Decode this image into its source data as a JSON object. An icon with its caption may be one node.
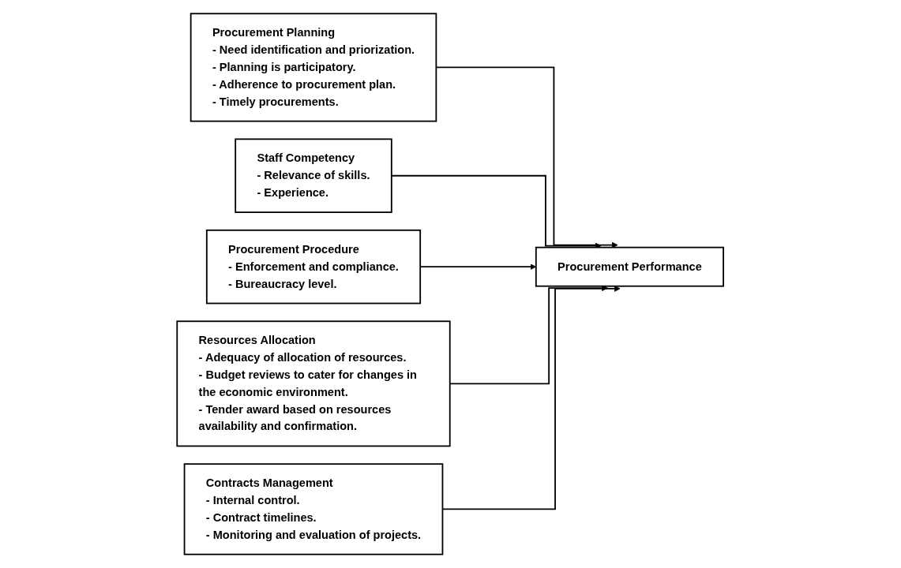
{
  "diagram": {
    "nodes": [
      {
        "text": [
          "Procurement Planning",
          "- Need identification and priorization.",
          "- Planning is participatory.",
          "- Adherence to procurement plan.",
          "- Timely procurements."
        ]
      },
      {
        "text": [
          "Staff Competency",
          "- Relevance of skills.",
          "- Experience."
        ]
      },
      {
        "text": [
          "Procurement Procedure",
          "- Enforcement and compliance.",
          "- Bureaucracy level."
        ]
      },
      {
        "text": [
          "Resources Allocation",
          "- Adequacy of allocation of resources.",
          "- Budget reviews to cater for changes in the economic environment.",
          "- Tender award based on resources availability and confirmation."
        ]
      },
      {
        "text": [
          "Contracts Management",
          "- Internal control.",
          "- Contract timelines.",
          "- Monitoring and evaluation of projects."
        ]
      },
      {
        "text": [
          "Procurement Performance"
        ]
      }
    ],
    "edges": [
      {
        "from": 0,
        "to": 5,
        "arrow": "to"
      },
      {
        "from": 1,
        "to": 5,
        "arrow": "to"
      },
      {
        "from": 2,
        "to": 5,
        "arrow": "to"
      },
      {
        "from": 3,
        "to": 5,
        "arrow": "to"
      },
      {
        "from": 4,
        "to": 5,
        "arrow": "to"
      }
    ]
  }
}
